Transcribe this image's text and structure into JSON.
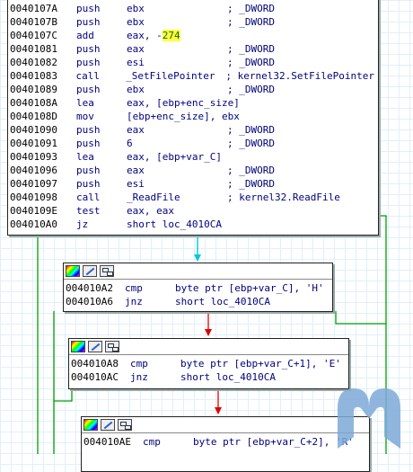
{
  "main_block": {
    "lines": [
      {
        "addr": "0040107A",
        "mn": "push",
        "op": "ebx",
        "cm": "; _DWORD"
      },
      {
        "addr": "0040107B",
        "mn": "push",
        "op": "ebx",
        "cm": "; _DWORD"
      },
      {
        "addr": "0040107C",
        "mn": "add",
        "op": "eax, -",
        "hl": "274",
        "cm": ""
      },
      {
        "addr": "00401081",
        "mn": "push",
        "op": "eax",
        "cm": "; _DWORD"
      },
      {
        "addr": "00401082",
        "mn": "push",
        "op": "esi",
        "cm": "; _DWORD"
      },
      {
        "addr": "00401083",
        "mn": "call",
        "op": "_SetFilePointer",
        "cm": "; kernel32.SetFilePointer"
      },
      {
        "addr": "00401089",
        "mn": "push",
        "op": "ebx",
        "cm": "; _DWORD"
      },
      {
        "addr": "0040108A",
        "mn": "lea",
        "op": "eax, [ebp+enc_size]",
        "cm": ""
      },
      {
        "addr": "0040108D",
        "mn": "mov",
        "op": "[ebp+enc_size], ebx",
        "cm": ""
      },
      {
        "addr": "00401090",
        "mn": "push",
        "op": "eax",
        "cm": "; _DWORD"
      },
      {
        "addr": "00401091",
        "mn": "push",
        "op": "6",
        "cm": "; _DWORD"
      },
      {
        "addr": "00401093",
        "mn": "lea",
        "op": "eax, [ebp+var_C]",
        "cm": ""
      },
      {
        "addr": "00401096",
        "mn": "push",
        "op": "eax",
        "cm": "; _DWORD"
      },
      {
        "addr": "00401097",
        "mn": "push",
        "op": "esi",
        "cm": "; _DWORD"
      },
      {
        "addr": "00401098",
        "mn": "call",
        "op": "_ReadFile",
        "cm": "; kernel32.ReadFile"
      },
      {
        "addr": "0040109E",
        "mn": "test",
        "op": "eax, eax",
        "cm": ""
      },
      {
        "addr": "004010A0",
        "mn": "jz",
        "op": "short loc_4010CA",
        "cm": ""
      }
    ]
  },
  "block_1": {
    "lines": [
      {
        "addr": "004010A2",
        "mn": "cmp",
        "op": "byte ptr [ebp+var_C], 'H'"
      },
      {
        "addr": "004010A6",
        "mn": "jnz",
        "op": "short loc_4010CA"
      }
    ]
  },
  "block_2": {
    "lines": [
      {
        "addr": "004010A8",
        "mn": "cmp",
        "op": "byte ptr [ebp+var_C+1], 'E'"
      },
      {
        "addr": "004010AC",
        "mn": "jnz",
        "op": "short loc_4010CA"
      }
    ]
  },
  "block_3": {
    "lines": [
      {
        "addr": "004010AE",
        "mn": "cmp",
        "op": "byte ptr [ebp+var_C+2], 'R'"
      }
    ]
  },
  "colors": {
    "edge_true": "#e00000",
    "edge_false": "#00a000",
    "edge_uncond": "#00c8e0"
  }
}
